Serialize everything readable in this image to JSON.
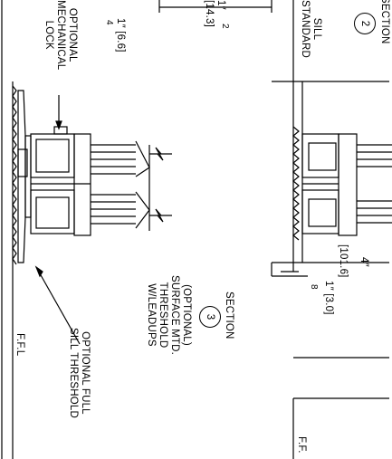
{
  "labels": {
    "section2_word": "SECTION",
    "section2_num": "2",
    "section2_l1": "SILL",
    "section2_l2": "STANDARD",
    "dim_top_a": "1″",
    "dim_top_b": "2",
    "dim_top_c": "[14.3]",
    "dim_left": "1″ [6.6]",
    "dim_left_frac": "4",
    "lock_l1": "OPTIONAL",
    "lock_l2": "MECHANICAL",
    "lock_l3": "LOCK",
    "dim_right_a": "4″",
    "dim_right_b": "[101.6]",
    "dim_right_c": "1″ [3.0]",
    "dim_right_frac": "8",
    "section3_word": "SECTION",
    "section3_num": "3",
    "section3_l1": "(OPTIONAL)",
    "section3_l2": "SURFACE MTD.",
    "section3_l3": "THRESHOLD",
    "section3_l4": "W/LEADUPS",
    "ffl_left": "F.F.L",
    "full_l1": "OPTIONAL FULL",
    "full_l2": "SILL THRESHOLD",
    "ffl_right": "F.F."
  }
}
